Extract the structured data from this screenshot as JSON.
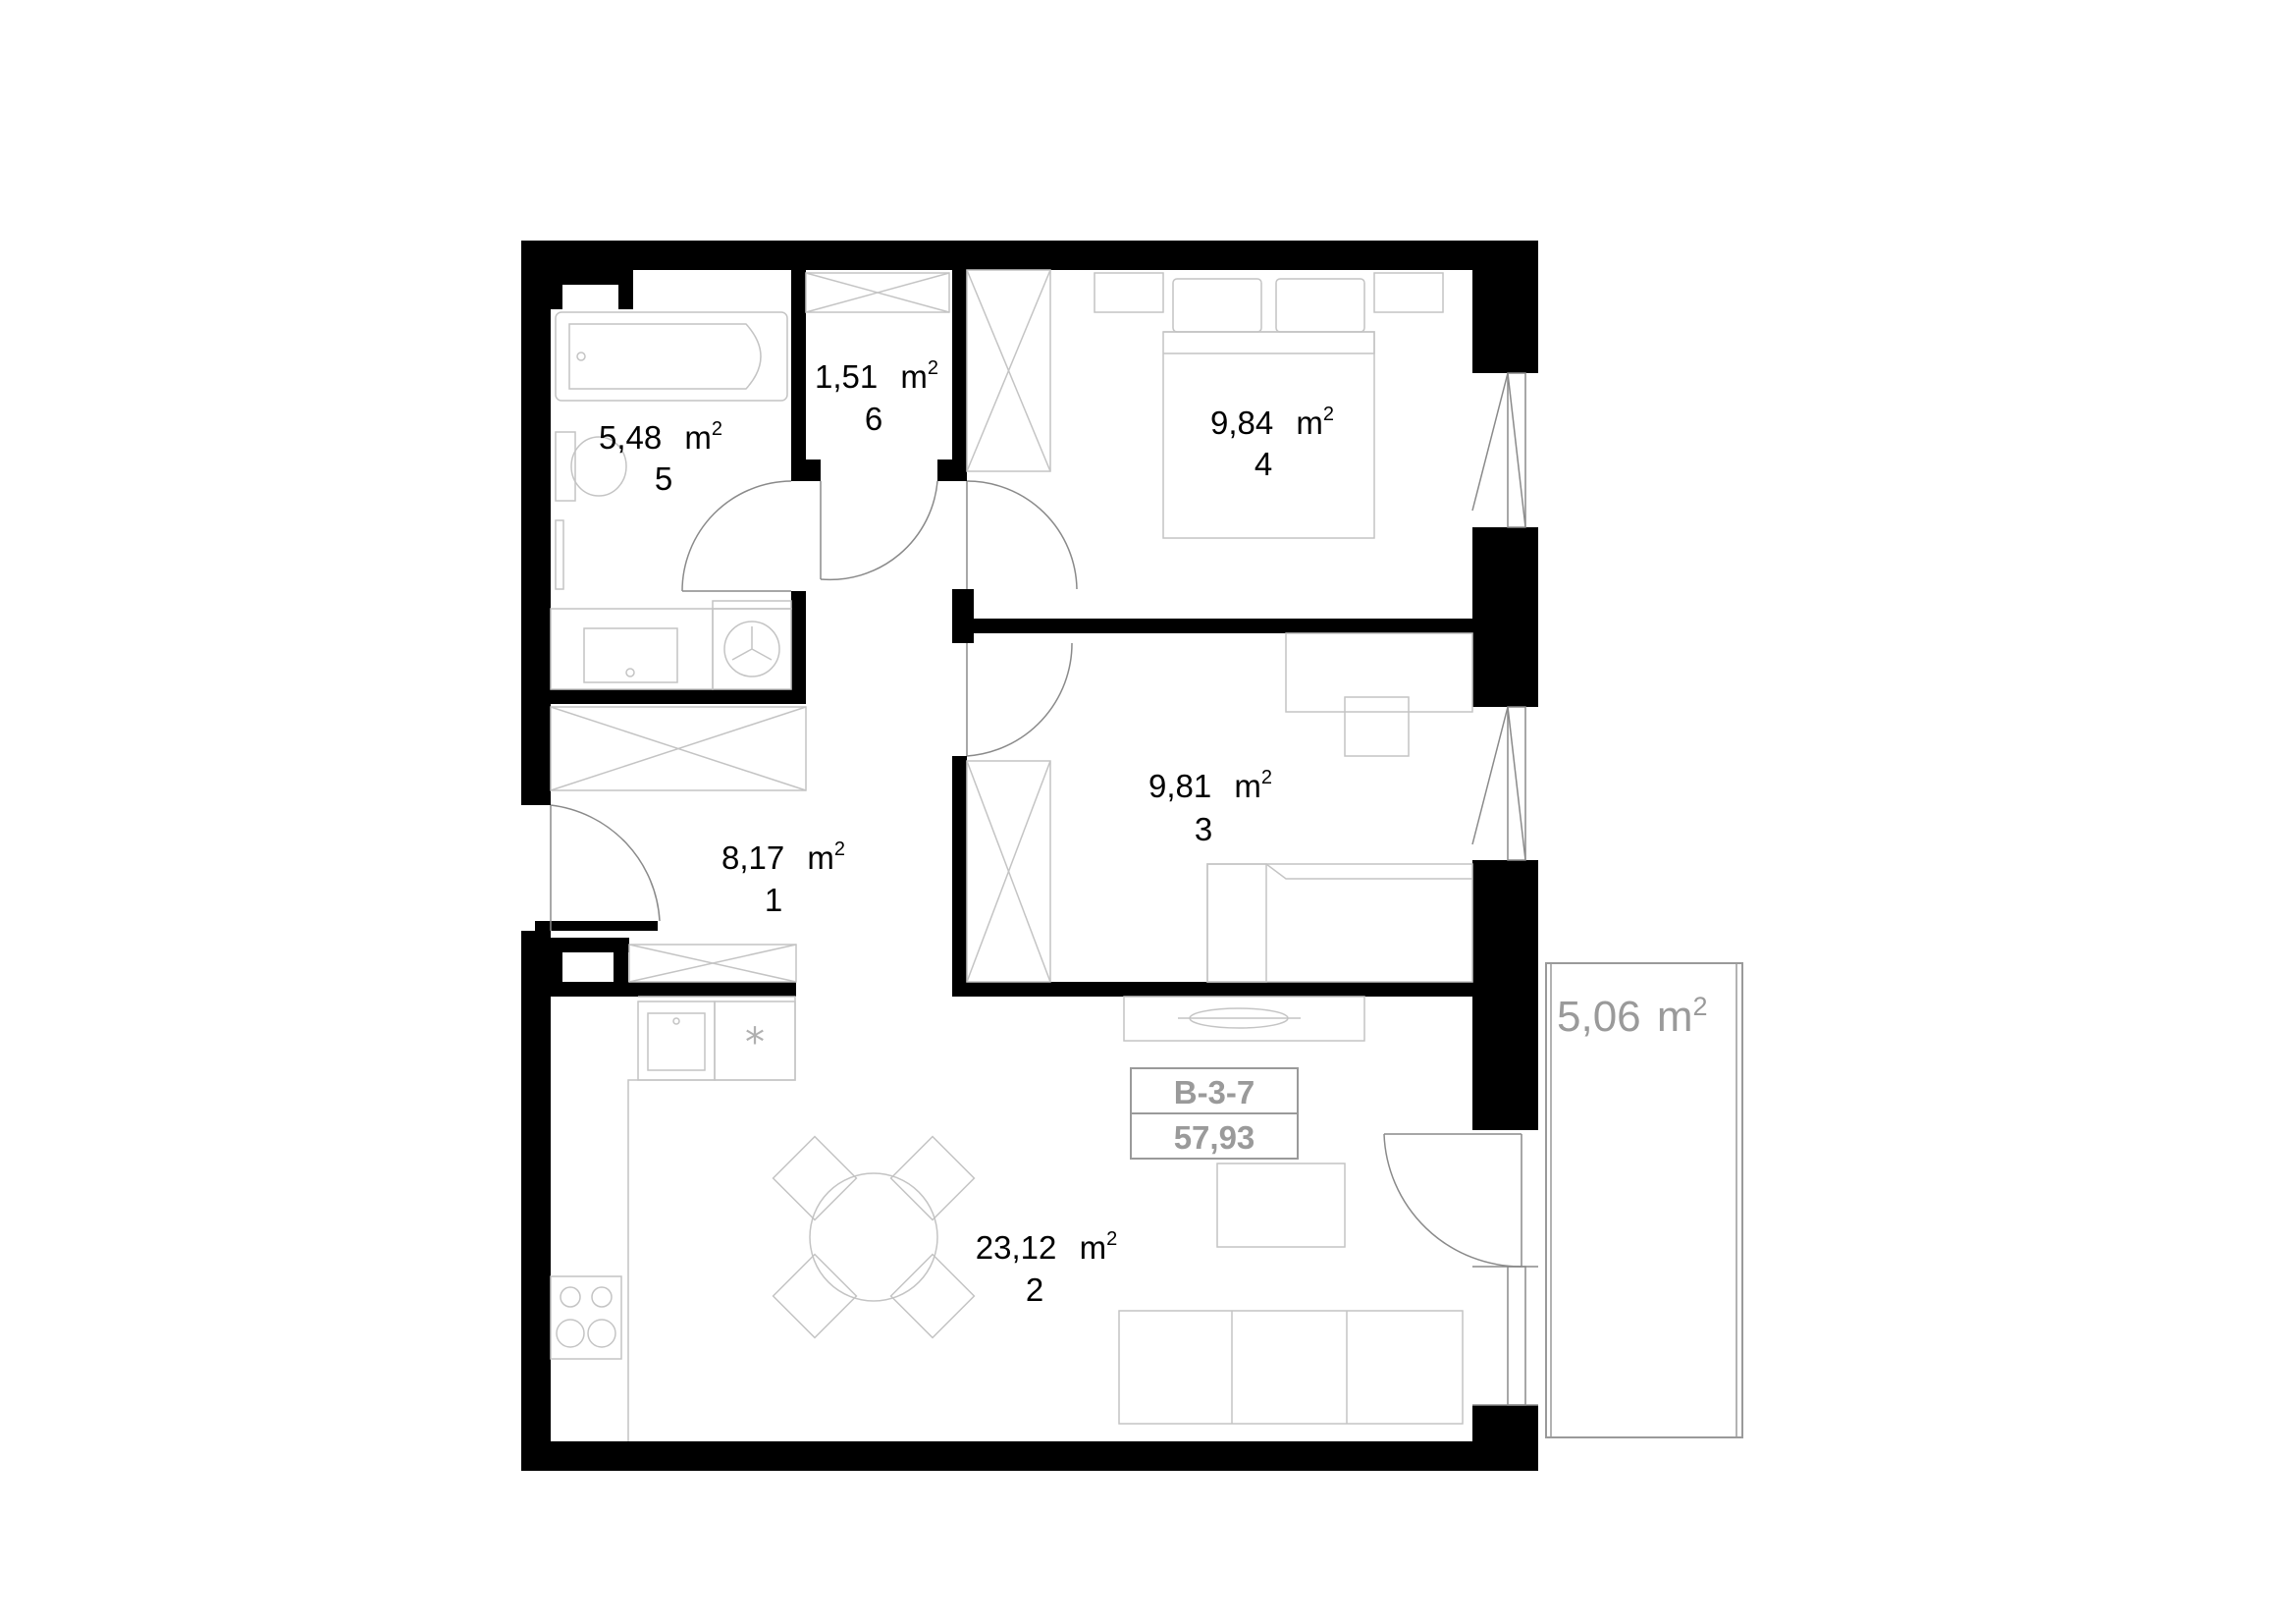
{
  "apartment": {
    "code": "B-3-7",
    "total_area": "57,93"
  },
  "area_unit": "m",
  "area_exponent": "2",
  "rooms": [
    {
      "id": "room-1",
      "number": "1",
      "area": "8,17"
    },
    {
      "id": "room-2",
      "number": "2",
      "area": "23,12"
    },
    {
      "id": "room-3",
      "number": "3",
      "area": "9,81"
    },
    {
      "id": "room-4",
      "number": "4",
      "area": "9,84"
    },
    {
      "id": "room-5",
      "number": "5",
      "area": "5,48"
    },
    {
      "id": "room-6",
      "number": "6",
      "area": "1,51"
    }
  ],
  "balcony": {
    "area": "5,06",
    "unit": "m",
    "exponent": "2"
  },
  "icons": {
    "fridge": "asterisk-icon",
    "washing_machine": "washer-icon",
    "stove": "cooktop-icon"
  },
  "colors": {
    "walls": "#000000",
    "furniture": "#c4c4c4",
    "labels_muted": "#9a9a9a"
  }
}
